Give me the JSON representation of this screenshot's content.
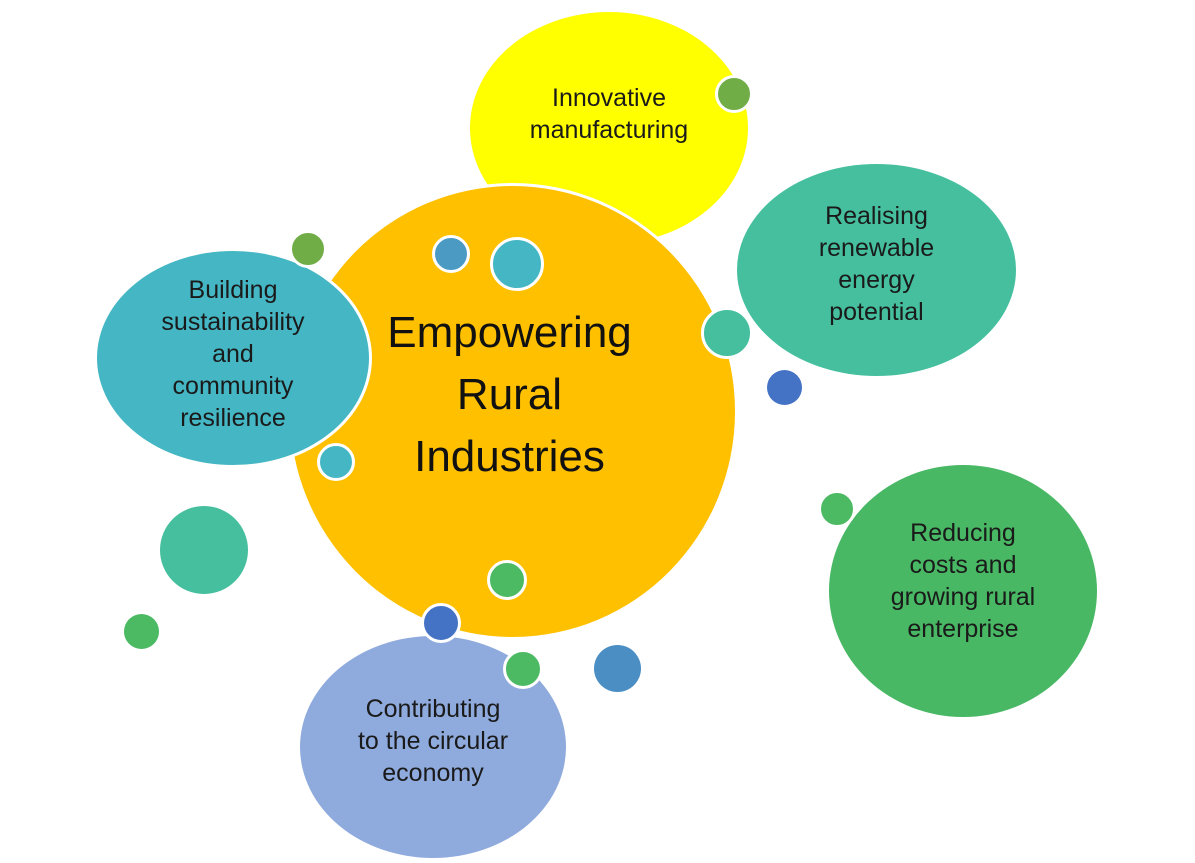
{
  "center": {
    "label": "Empowering\nRural\nIndustries",
    "color": "#FFC000"
  },
  "themes": [
    {
      "id": "innovative-manufacturing",
      "label": "Innovative\nmanufacturing",
      "color": "#FFFF00"
    },
    {
      "id": "renewable-energy",
      "label": "Realising\nrenewable\nenergy\npotential",
      "color": "#45BF9E"
    },
    {
      "id": "sustainability-resilience",
      "label": "Building\nsustainability\nand\ncommunity\nresilience",
      "color": "#45B6C4"
    },
    {
      "id": "reducing-costs",
      "label": "Reducing\ncosts and\ngrowing rural\nenterprise",
      "color": "#48B864"
    },
    {
      "id": "circular-economy",
      "label": "Contributing\nto the circular\neconomy",
      "color": "#8FAADC"
    }
  ],
  "colors": {
    "dot_olive_green": "#70AD47",
    "dot_green": "#4CB963",
    "dot_teal": "#45BF9E",
    "dot_cyan": "#45B6C4",
    "dot_steel_blue": "#4A9AC4",
    "dot_blue": "#4472C4"
  }
}
